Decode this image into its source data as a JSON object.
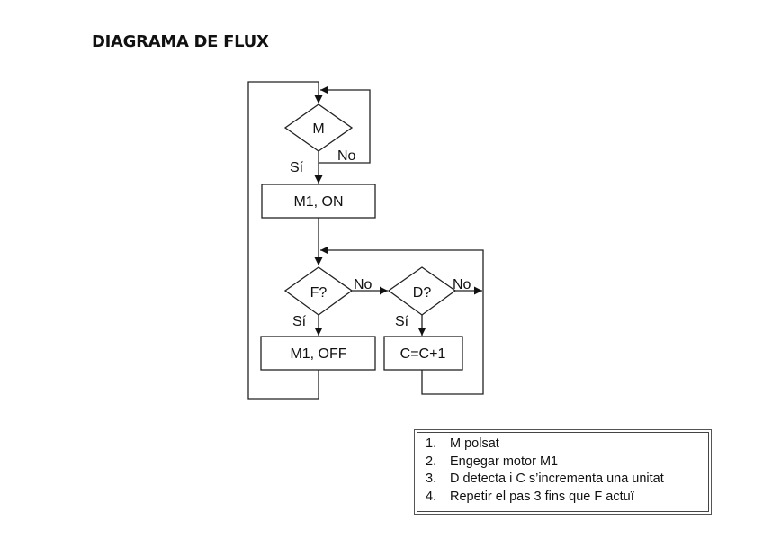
{
  "title": "DIAGRAMA DE FLUX",
  "flowchart": {
    "decisions": [
      {
        "id": "M",
        "label": "M",
        "yes_label": "Sí",
        "no_label": "No"
      },
      {
        "id": "F",
        "label": "F?",
        "yes_label": "Sí",
        "no_label": "No"
      },
      {
        "id": "D",
        "label": "D?",
        "yes_label": "Sí",
        "no_label": "No"
      }
    ],
    "processes": [
      {
        "id": "m1_on",
        "label": "M1, ON"
      },
      {
        "id": "m1_off",
        "label": "M1, OFF"
      },
      {
        "id": "c_inc",
        "label": "C=C+1"
      }
    ]
  },
  "legend": {
    "items": [
      {
        "num": "1.",
        "text": "M polsat"
      },
      {
        "num": "2.",
        "text": "Engegar motor M1"
      },
      {
        "num": "3.",
        "text": "D detecta i C s’incrementa una unitat"
      },
      {
        "num": "4.",
        "text": "Repetir el pas 3 fins que F actuï"
      }
    ]
  }
}
